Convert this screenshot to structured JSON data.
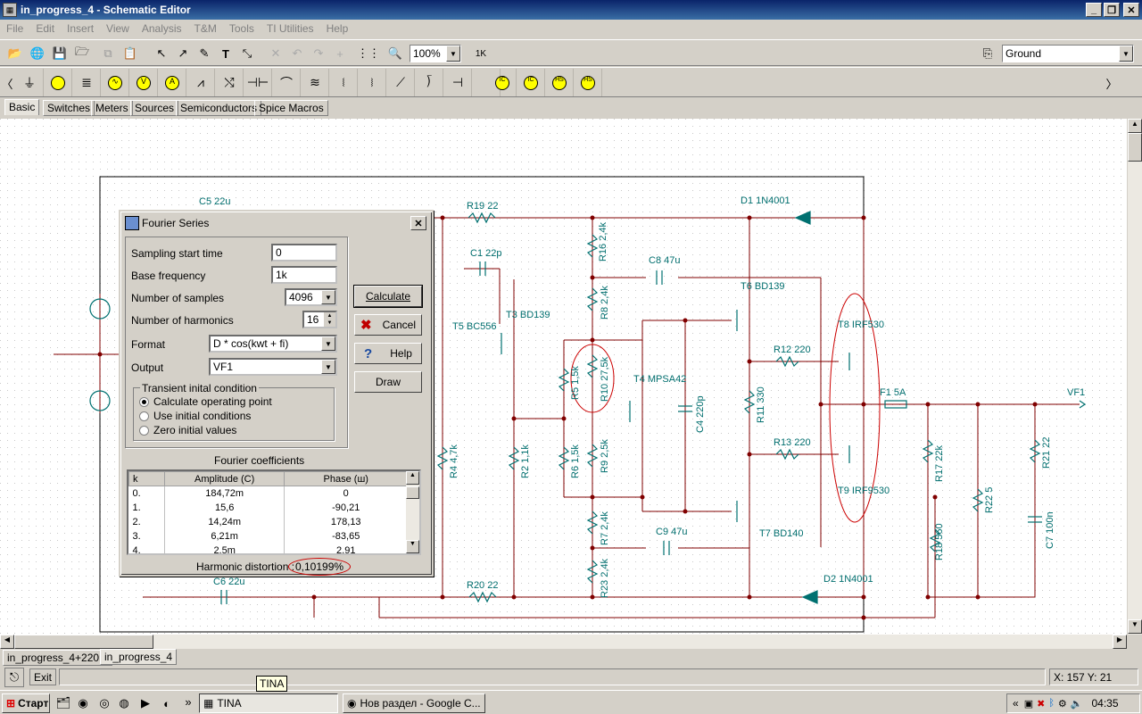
{
  "window": {
    "title": "in_progress_4 - Schematic Editor"
  },
  "menu": [
    "File",
    "Edit",
    "Insert",
    "View",
    "Analysis",
    "T&M",
    "Tools",
    "TI Utilities",
    "Help"
  ],
  "toolbar": {
    "zoom": "100%",
    "component_select": "Ground"
  },
  "component_tabs": [
    "Basic",
    "Switches",
    "Meters",
    "Sources",
    "Semiconductors",
    "Spice Macros"
  ],
  "schematic_labels": {
    "c5": "C5 22u",
    "r19": "R19 22",
    "d1": "D1 1N4001",
    "c1": "C1 22p",
    "r16": "R16 2,4k",
    "c8": "C8 47u",
    "t6": "T6 BD139",
    "r8": "R8 2,4k",
    "t3": "T3 BD139",
    "t5": "T5 BC556",
    "t8": "T8 IRF530",
    "r12": "R12 220",
    "r5": "R5 1,5k",
    "r10": "R10 27,5k",
    "t4": "T4 MPSA42",
    "c4": "C4 220p",
    "r11": "R11 330",
    "f1": "F1 5A",
    "vf1": "VF1",
    "r4": "R4 4,7k",
    "r2": "R2 1,1k",
    "r6": "R6 1,5k",
    "r9": "R9 2,5k",
    "r13": "R13 220",
    "r17": "R17 22k",
    "r21": "R21 22",
    "t9": "T9 IRF9530",
    "r22": "R22 5",
    "c7": "C7 100n",
    "r7": "R7 2,4k",
    "c9": "C9 47u",
    "t7": "T7 BD140",
    "r18": "R18 560",
    "r23": "R23 2,4k",
    "c6": "C6 22u",
    "r20": "R20 22",
    "d2": "D2 1N4001"
  },
  "dialog": {
    "title": "Fourier Series",
    "sampling_start_label": "Sampling start time",
    "sampling_start_value": "0",
    "base_freq_label": "Base frequency",
    "base_freq_value": "1k",
    "num_samples_label": "Number of samples",
    "num_samples_value": "4096",
    "num_harmonics_label": "Number of harmonics",
    "num_harmonics_value": "16",
    "format_label": "Format",
    "format_value": "D * cos(kwt + fi)",
    "output_label": "Output",
    "output_value": "VF1",
    "transient_group": "Transient inital condition",
    "radio": [
      "Calculate operating point",
      "Use initial conditions",
      "Zero initial values"
    ],
    "calculate_label": "Calculate",
    "cancel_label": "Cancel",
    "help_label": "Help",
    "draw_label": "Draw",
    "coeff_title": "Fourier coefficients",
    "coeff_headers": [
      "k",
      "Amplitude (C)",
      "Phase (ш)"
    ],
    "coeff_rows": [
      [
        "0.",
        "184,72m",
        "0"
      ],
      [
        "1.",
        "15,6",
        "-90,21"
      ],
      [
        "2.",
        "14,24m",
        "178,13"
      ],
      [
        "3.",
        "6,21m",
        "-83,65"
      ],
      [
        "4.",
        "2.5m",
        "2,91"
      ]
    ],
    "distortion_label": "Harmonic distortion :",
    "distortion_value": "0,10199%"
  },
  "sheet_tabs": [
    "in_progress_4+220m",
    "in_progress_4"
  ],
  "status": {
    "exit_label": "Exit",
    "coords": "X: 157  Y: 21",
    "tooltip": "TINA"
  },
  "taskbar": {
    "start": "Старт",
    "task1": "TINA",
    "task2": "Нов раздел - Google C...",
    "time": "04:35"
  }
}
